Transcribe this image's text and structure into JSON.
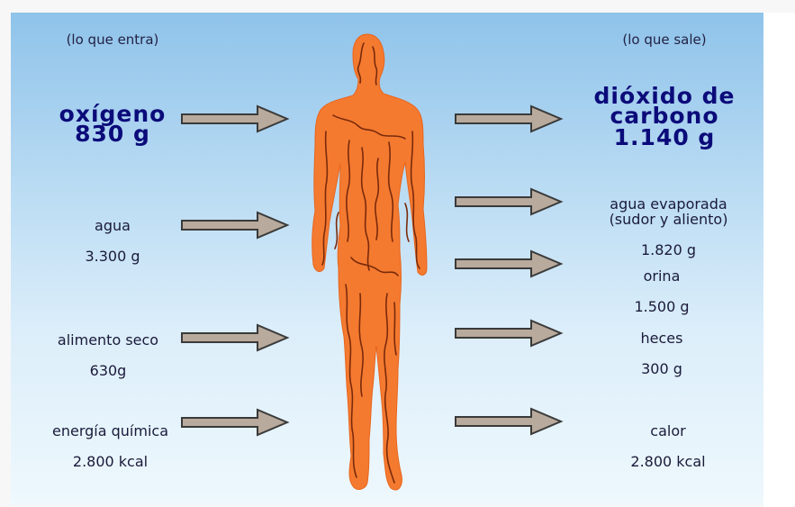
{
  "header_in": "(lo que entra)",
  "header_out": "(lo que sale)",
  "inputs": [
    {
      "label": "oxígeno",
      "value": "830 g"
    },
    {
      "label": "agua",
      "value": "3.300 g"
    },
    {
      "label": "alimento seco",
      "value": "630g"
    },
    {
      "label": "energía química",
      "value": "2.800 kcal"
    }
  ],
  "outputs": [
    {
      "label": "dióxido de carbono",
      "value": "1.140 g"
    },
    {
      "label": "agua evaporada (sudor y aliento)",
      "value": "1.820 g"
    },
    {
      "label": "orina",
      "value": "1.500 g"
    },
    {
      "label": "heces",
      "value": "300 g"
    },
    {
      "label": "calor",
      "value": "2.800 kcal"
    }
  ],
  "colors": {
    "body_fill": "#f47a30",
    "vein": "#7a2a0a",
    "arrow_fill": "#b8aa9c",
    "arrow_stroke": "#3a3a3a",
    "bold_text": "#0b0b7a"
  }
}
